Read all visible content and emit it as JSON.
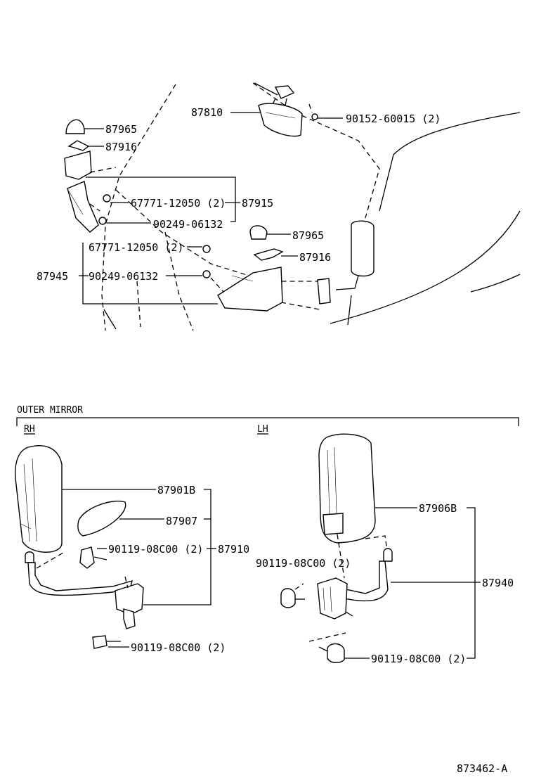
{
  "diagram": {
    "ref_id": "873462-A",
    "section_title": "OUTER MIRROR",
    "side_rh": "RH",
    "side_lh": "LH",
    "labels": {
      "p87810": "87810",
      "p90152": "90152-60015 (2)",
      "p87965_a": "87965",
      "p87916_a": "87916",
      "p67771_a": "67771-12050 (2)",
      "p87915": "87915",
      "p90249_a": "90249-06132",
      "p87965_b": "87965",
      "p87916_b": "87916",
      "p67771_b": "67771-12050 (2)",
      "p87945": "87945",
      "p90249_b": "90249-06132",
      "p87901b": "87901B",
      "p87907": "87907",
      "p90119_rh_a": "90119-08C00 (2)",
      "p87910": "87910",
      "p90119_rh_b": "90119-08C00 (2)",
      "p87906b": "87906B",
      "p90119_lh_a": "90119-08C00 (2)",
      "p87940": "87940",
      "p90119_lh_b": "90119-08C00 (2)"
    }
  }
}
